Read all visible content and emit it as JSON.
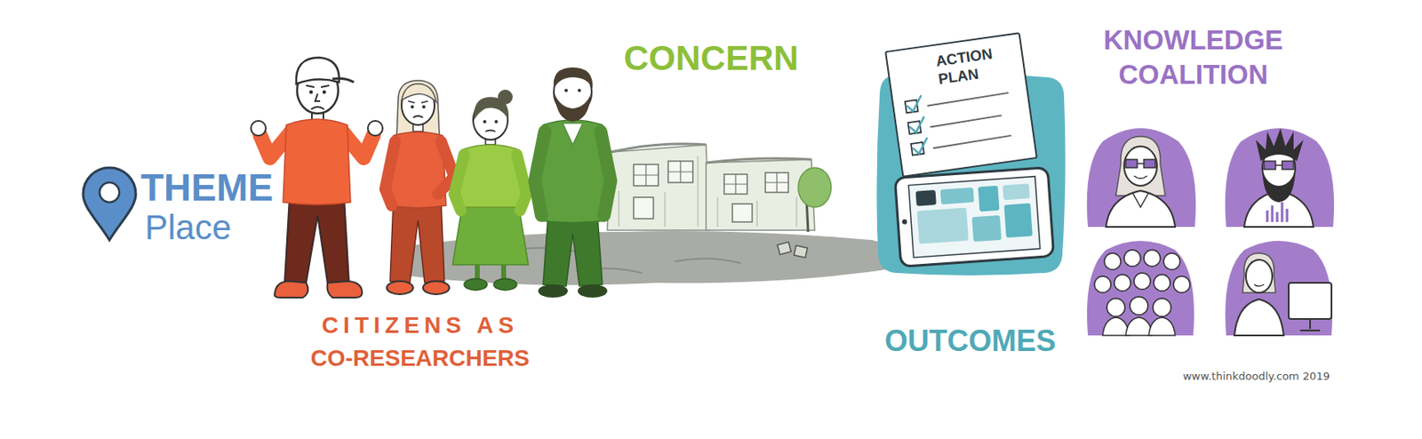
{
  "diagram": {
    "nodes": [
      {
        "text": [
          "OUTCOMES"
        ]
      },
      {
        "text": [
          "ACTION PLAN"
        ],
        "in": 0
      }
    ],
    "labels": [
      "THEME",
      "Place",
      "CITIZENS AS CO-RESEARCHERS",
      "CONCERN",
      "KNOWLEDGE COALITION",
      "www.thinkdoodly.com 2019"
    ]
  }
}
